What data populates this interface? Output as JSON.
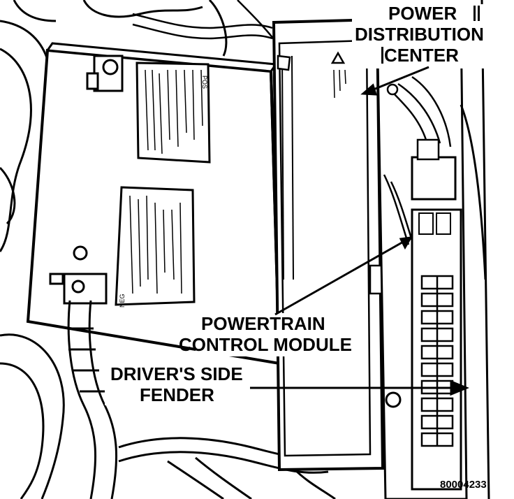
{
  "labels": {
    "power_dist_line1": "POWER",
    "power_dist_line2": "DISTRIBUTION",
    "power_dist_line3": "CENTER",
    "pcm_line1": "POWERTRAIN",
    "pcm_line2": "CONTROL MODULE",
    "fender_line1": "DRIVER'S SIDE",
    "fender_line2": "FENDER"
  },
  "battery": {
    "neg_label": "NEG",
    "pos_label": "POS"
  },
  "figure_id": "80004233",
  "colors": {
    "ink": "#000000",
    "paper": "#ffffff"
  }
}
